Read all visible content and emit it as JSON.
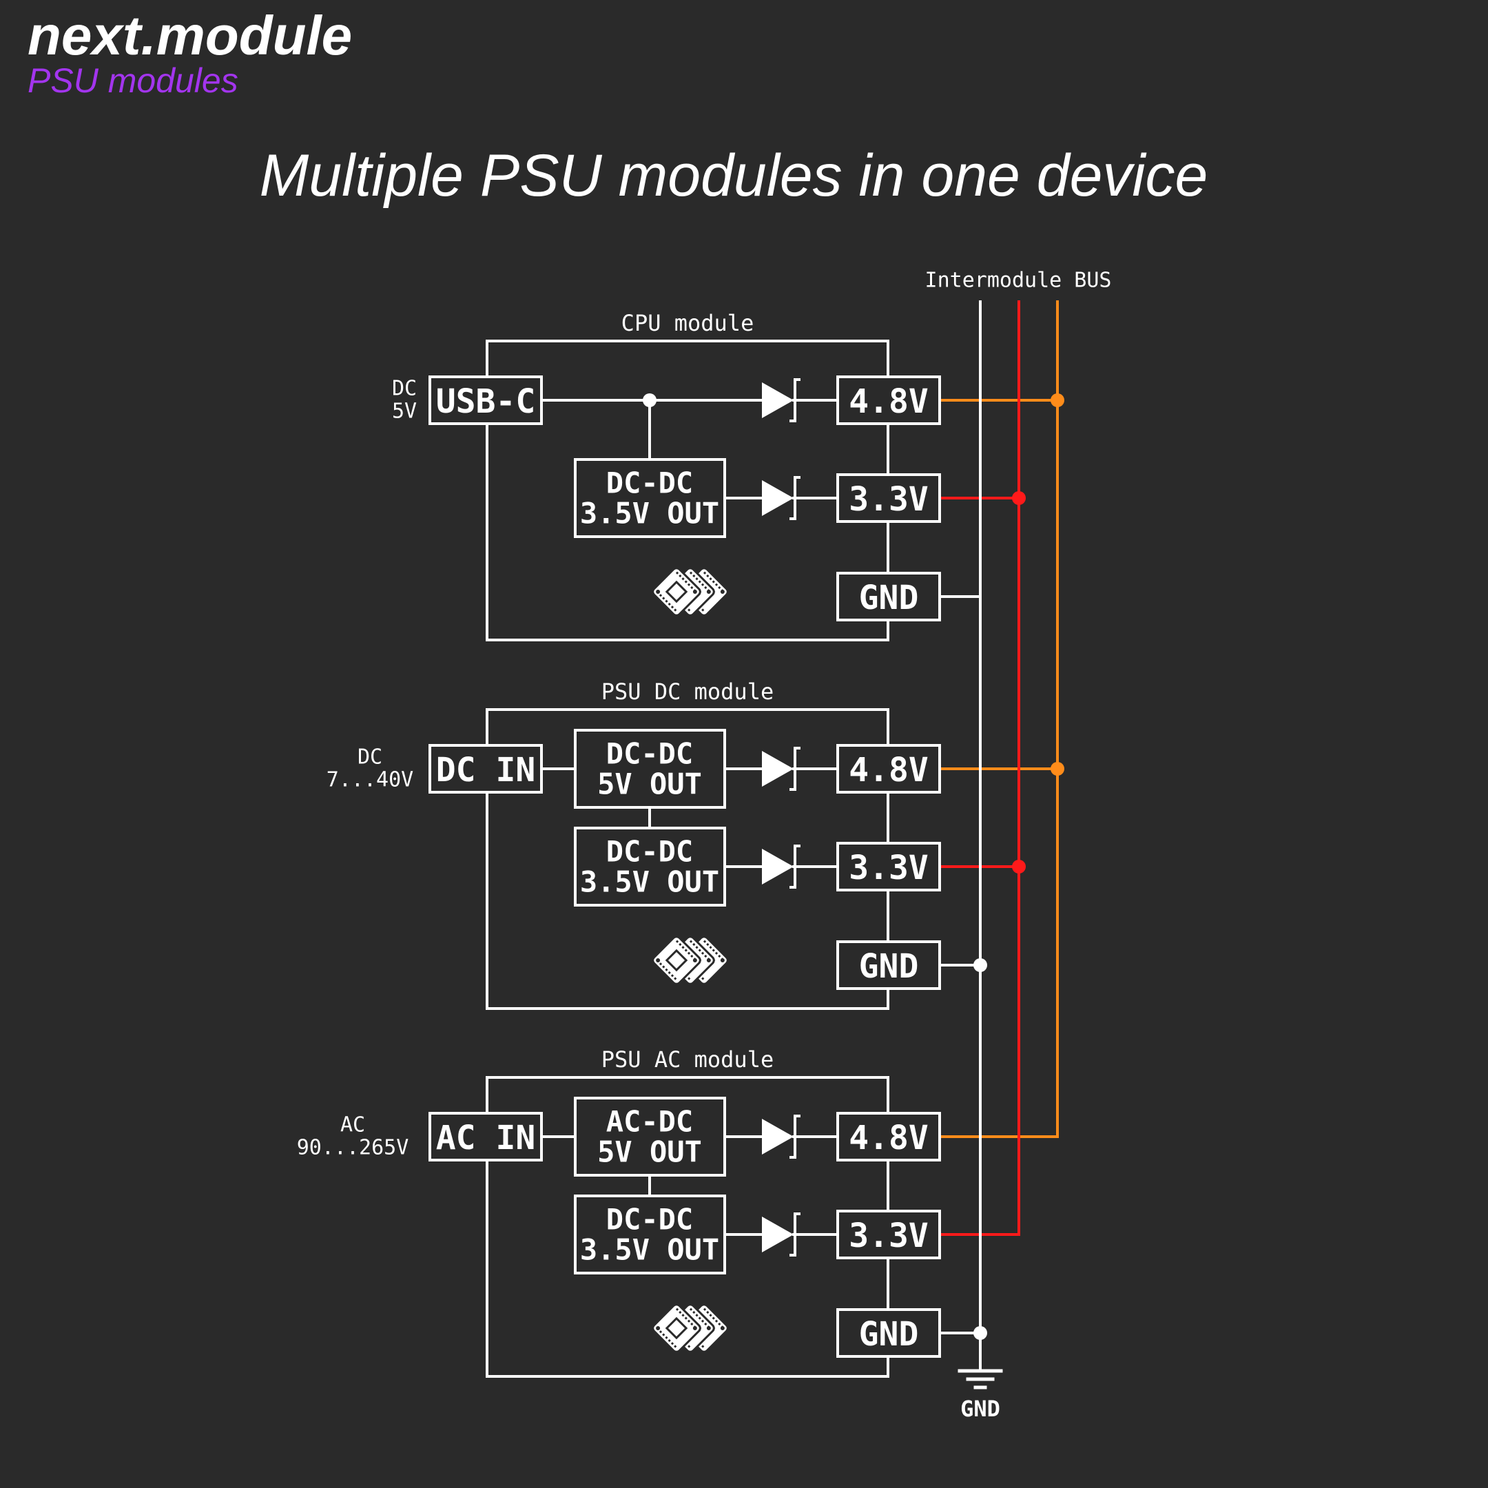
{
  "header": {
    "brand": "next.module",
    "subtitle": "PSU modules"
  },
  "title": "Multiple PSU modules in one device",
  "bus": {
    "label": "Intermodule BUS",
    "ground_label": "GND",
    "colors": {
      "gnd": "#ffffff",
      "v33": "#ff1a1a",
      "v48": "#ff8c1a"
    }
  },
  "modules": [
    {
      "name": "CPU module",
      "input": {
        "line1": "DC",
        "line2": "5V",
        "port": "USB-C"
      },
      "converters": [
        {
          "line1": "DC-DC",
          "line2": "3.5V OUT"
        }
      ],
      "outputs": {
        "v48": "4.8V",
        "v33": "3.3V",
        "gnd": "GND"
      }
    },
    {
      "name": "PSU DC module",
      "input": {
        "line1": "DC",
        "line2": "7...40V",
        "port": "DC IN"
      },
      "converters": [
        {
          "line1": "DC-DC",
          "line2": "5V OUT"
        },
        {
          "line1": "DC-DC",
          "line2": "3.5V OUT"
        }
      ],
      "outputs": {
        "v48": "4.8V",
        "v33": "3.3V",
        "gnd": "GND"
      }
    },
    {
      "name": "PSU AC module",
      "input": {
        "line1": "AC",
        "line2": "90...265V",
        "port": "AC IN"
      },
      "converters": [
        {
          "line1": "AC-DC",
          "line2": "5V OUT"
        },
        {
          "line1": "DC-DC",
          "line2": "3.5V OUT"
        }
      ],
      "outputs": {
        "v48": "4.8V",
        "v33": "3.3V",
        "gnd": "GND"
      }
    }
  ]
}
